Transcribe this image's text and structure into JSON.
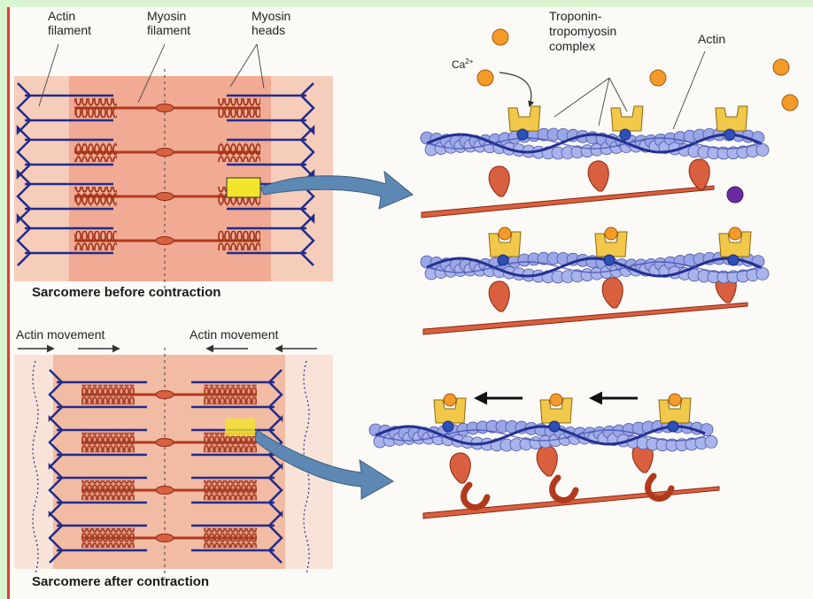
{
  "labels": {
    "actin_filament": [
      "Actin",
      "filament"
    ],
    "myosin_filament": [
      "Myosin",
      "filament"
    ],
    "myosin_heads": [
      "Myosin",
      "heads"
    ],
    "troponin_complex": [
      "Troponin-",
      "tropomyosin",
      "complex"
    ],
    "actin": "Actin",
    "calcium": "Ca",
    "calcium_charge": "2+",
    "actin_movement_left": "Actin movement",
    "actin_movement_right": "Actin movement"
  },
  "captions": {
    "before": "Sarcomere before contraction",
    "after": "Sarcomere after contraction"
  },
  "colors": {
    "background": "#d9f5d0",
    "frame": "#fbfaf7",
    "accent_bar": "#e53a2e",
    "actin_line": "#1f2c8c",
    "myosin": "#b23a1c",
    "sarcomere_light": "#f6cdbb",
    "sarcomere_dark": "#ef9e86",
    "actin_bead": "#9aa6e6",
    "troponin": "#f1c84a",
    "calcium": "#f39a28",
    "arrow_blue": "#5e88b4"
  }
}
